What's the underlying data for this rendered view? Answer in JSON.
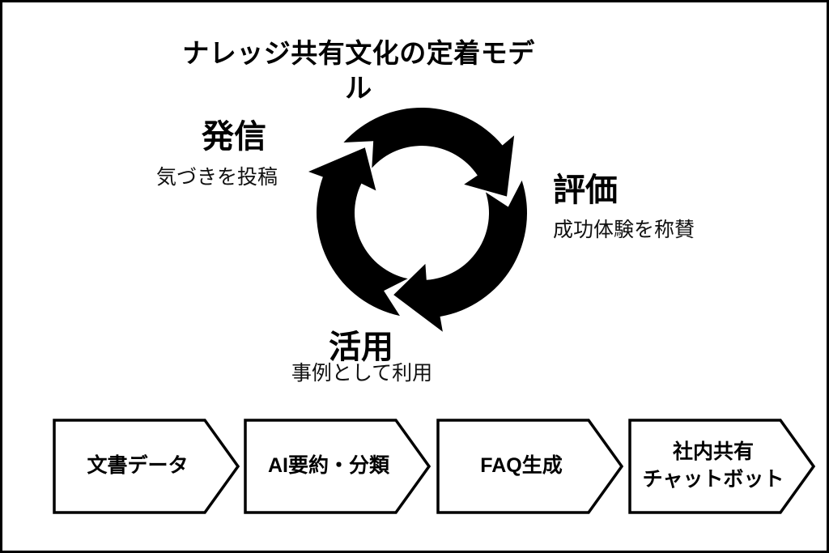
{
  "title": "ナレッジ共有文化の定着モデル",
  "cycle": {
    "direction": "clockwise",
    "nodes": [
      {
        "title": "発信",
        "subtitle": "気づきを投稿"
      },
      {
        "title": "評価",
        "subtitle": "成功体験を称賛"
      },
      {
        "title": "活用",
        "subtitle": "事例として利用"
      }
    ]
  },
  "flow": {
    "steps": [
      {
        "label": "文書データ"
      },
      {
        "label": "AI要約・分類"
      },
      {
        "label": "FAQ生成"
      },
      {
        "label": "社内共有\nチャットボット"
      }
    ]
  },
  "colors": {
    "ink": "#000000",
    "background": "#ffffff"
  }
}
